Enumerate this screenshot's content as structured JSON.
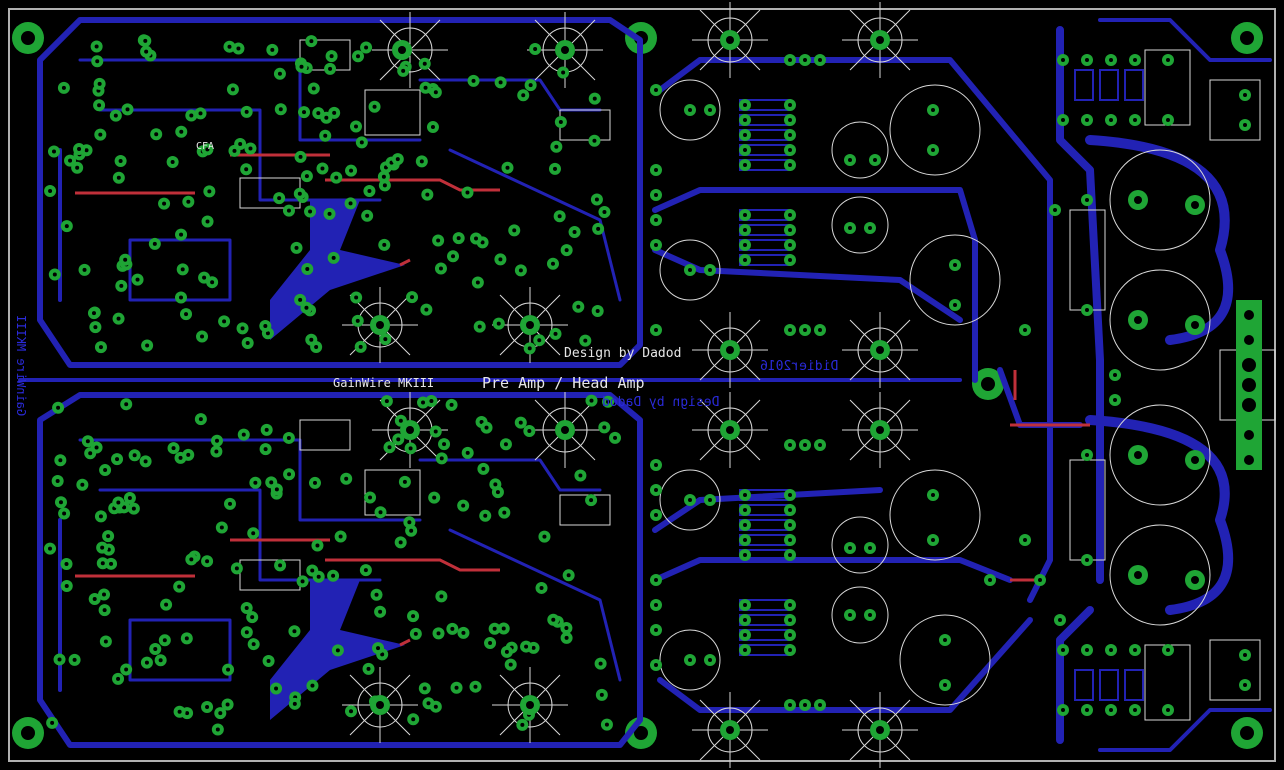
{
  "labels": {
    "design_credit": "Design by Dadod",
    "project_name": "GainWire MKIII",
    "product_title": "Pre Amp / Head Amp",
    "cfa_label": "CFA",
    "mirrored_credit": "Design by Dadod",
    "mirrored_date": "Didier2016",
    "side_label": "GainWire MKIII"
  },
  "colors": {
    "background": "#000000",
    "bottom_trace": "#2222b4",
    "top_trace": "#c0303a",
    "pad": "#1fa535",
    "silkscreen": "#d8d8d8",
    "board_outline": "#b0b0b0"
  }
}
